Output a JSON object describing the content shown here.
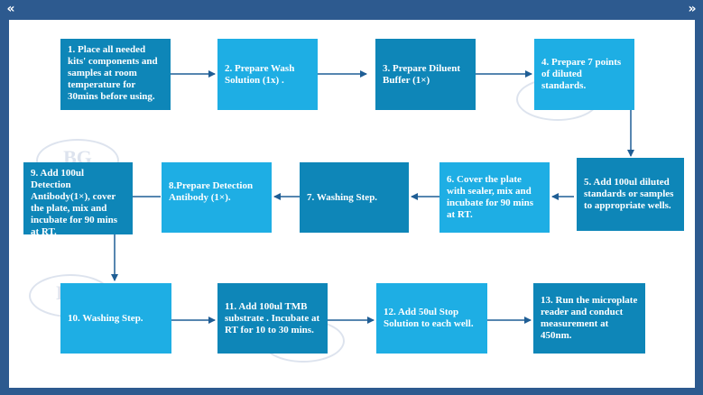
{
  "steps": [
    {
      "num": "1.",
      "text": "Place all needed kits' components and samples at room temperature for 30mins before using."
    },
    {
      "num": "2.",
      "text": "Prepare Wash Solution (1x) ."
    },
    {
      "num": "3.",
      "text": "Prepare Diluent Buffer (1×)"
    },
    {
      "num": "4.",
      "text": "Prepare 7 points of diluted standards."
    },
    {
      "num": "5.",
      "text": "Add 100ul diluted standards or samples to appropriate wells."
    },
    {
      "num": "6.",
      "text": "Cover the plate with sealer, mix and incubate for 90 mins at RT."
    },
    {
      "num": "7.",
      "text": "Washing Step."
    },
    {
      "num": "8.",
      "text": "Prepare Detection Antibody (1×)."
    },
    {
      "num": "9.",
      "text": "Add 100ul Detection Antibody(1×), cover the plate, mix and incubate for 90 mins at RT."
    },
    {
      "num": "10.",
      "text": "Washing Step."
    },
    {
      "num": "11.",
      "text": "Add 100ul TMB substrate . Incubate at RT for 10 to 30 mins."
    },
    {
      "num": "12.",
      "text": "Add 50ul Stop Solution to each well."
    },
    {
      "num": "13.",
      "text": "Run the microplate reader and conduct measurement at 450nm."
    }
  ],
  "watermark": "BG",
  "colors": {
    "frame": "#2d5a8f",
    "box_light": "#1eaee4",
    "box_dark": "#0e86b8",
    "arrow": "#1f5e95"
  },
  "icons": {
    "left": "double-chevron-left-icon",
    "right": "double-chevron-right-icon"
  }
}
